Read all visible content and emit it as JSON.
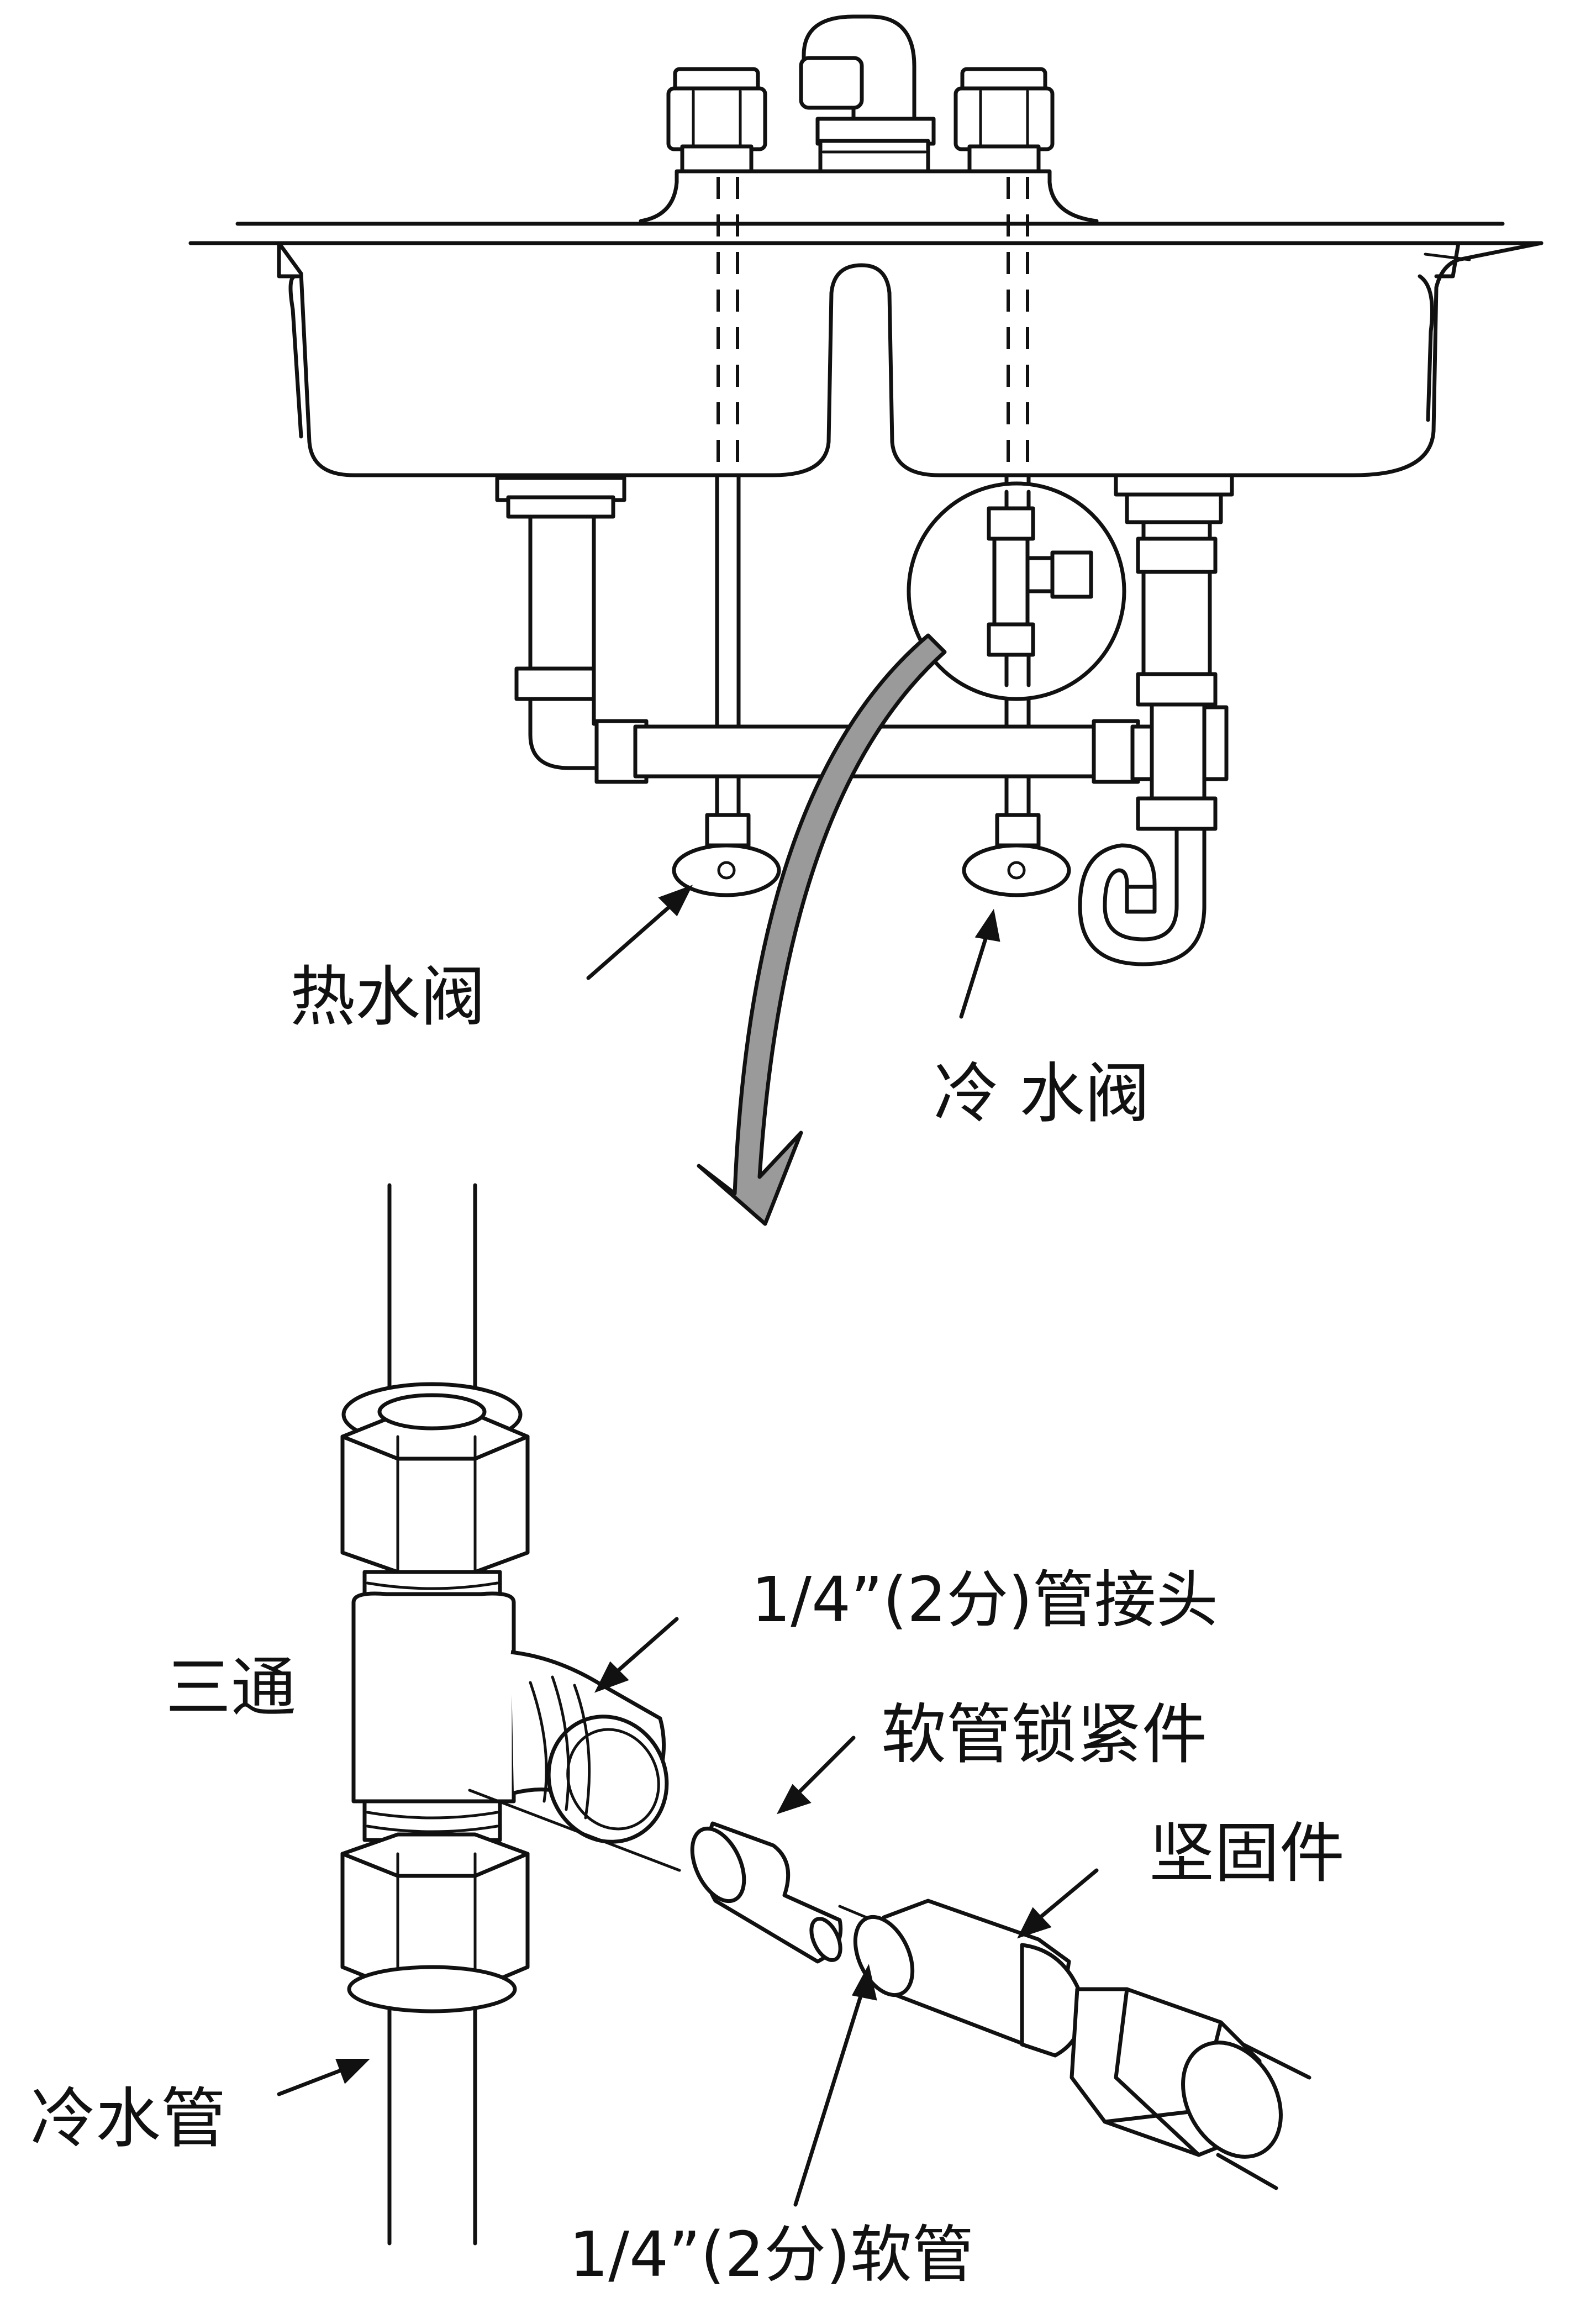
{
  "labels": {
    "hot_valve": "热水阀",
    "cold_valve": "冷 水阀",
    "tee": "三通",
    "cold_pipe": "冷水管",
    "pipe_connector": "1/4”(2分)管接头",
    "hose_lock": "软管锁紧件",
    "fastener": "坚固件",
    "hose": "1/4”(2分)软管"
  },
  "colors": {
    "line": "#111111",
    "arrow_fill": "#9a9a9a",
    "background": "#ffffff"
  }
}
